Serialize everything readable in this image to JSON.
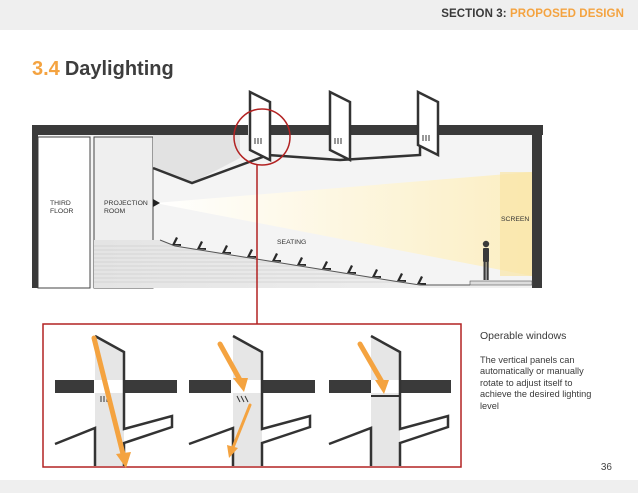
{
  "header": {
    "section_lead": "SECTION 3:",
    "section_accent": "PROPOSED DESIGN"
  },
  "title": {
    "number": "3.4",
    "text": "Daylighting"
  },
  "section_drawing": {
    "label_third_floor_line1": "THIRD",
    "label_third_floor_line2": "FLOOR",
    "label_projection_line1": "PROJECTION",
    "label_projection_line2": "ROOM",
    "label_screen": "SCREEN",
    "label_seating": "SEATING"
  },
  "detail": {
    "heading": "Operable windows",
    "body": "The vertical panels can automatically or manually rotate to adjust itself to achieve the desired lighting level"
  },
  "colors": {
    "accent": "#f4a340",
    "callout_red": "#b22222",
    "wall_dark": "#3a3a3a"
  },
  "page_number": "36"
}
